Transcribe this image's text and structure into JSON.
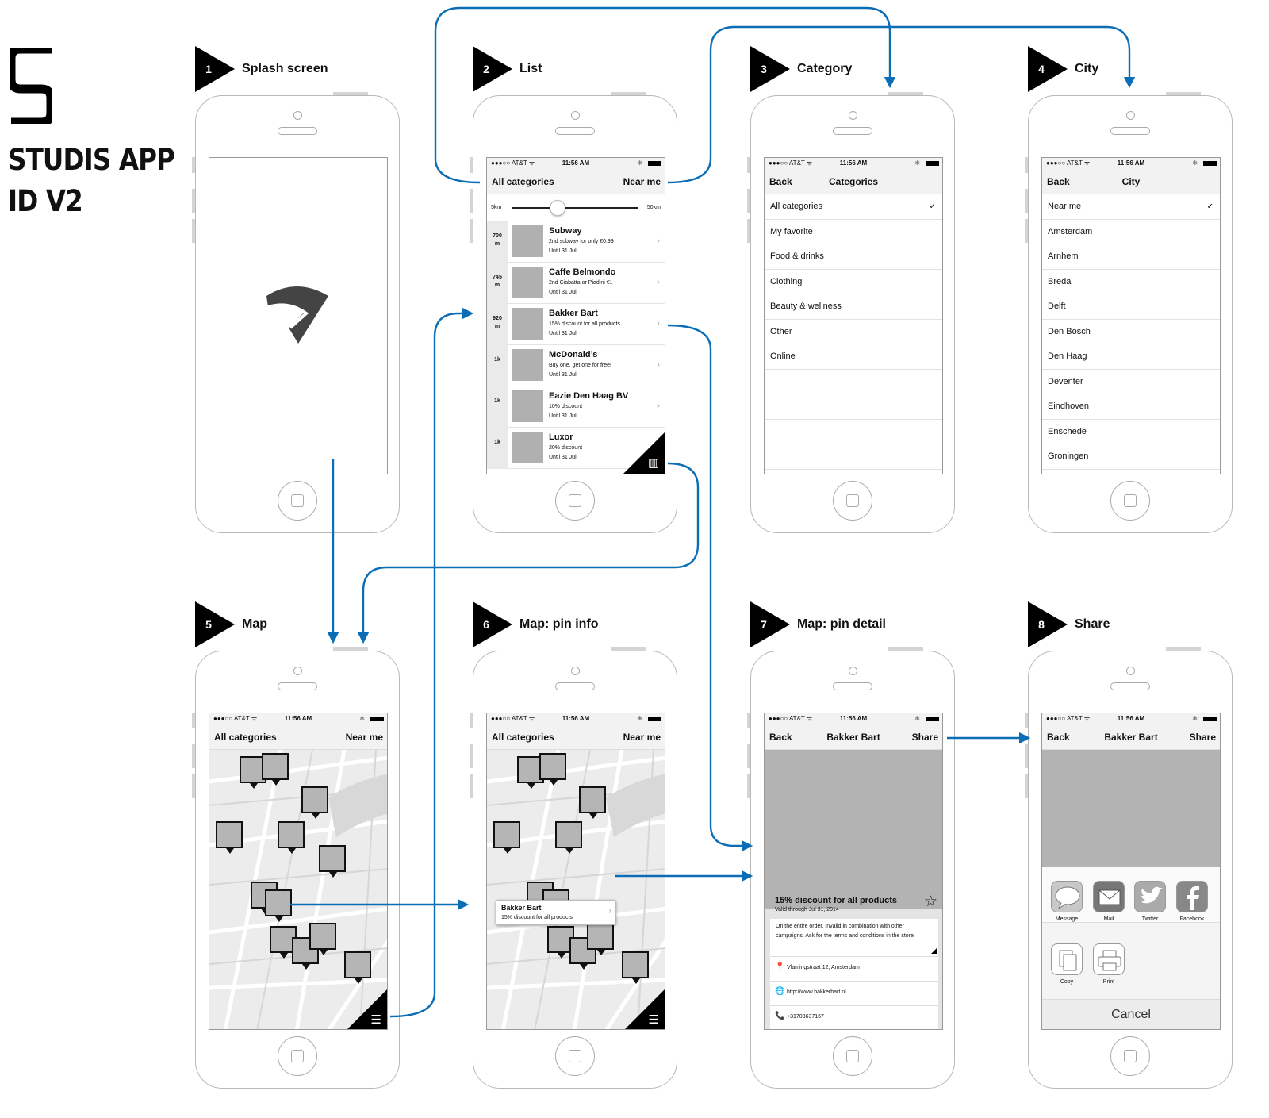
{
  "brand": {
    "title_line1": "STUDIS APP",
    "title_line2": "ID V2"
  },
  "steps": [
    {
      "num": "1",
      "title": "Splash screen"
    },
    {
      "num": "2",
      "title": "List"
    },
    {
      "num": "3",
      "title": "Category"
    },
    {
      "num": "4",
      "title": "City"
    },
    {
      "num": "5",
      "title": "Map"
    },
    {
      "num": "6",
      "title": "Map: pin info"
    },
    {
      "num": "7",
      "title": "Map: pin detail"
    },
    {
      "num": "8",
      "title": "Share"
    }
  ],
  "status": {
    "carrier": "●●●○○ AT&T ᯤ",
    "time": "11:56 AM",
    "bt": "✱"
  },
  "colors": {
    "flow_arrow": "#0b6db5",
    "tile": "#b3b3b3"
  },
  "list": {
    "nav_left": "All categories",
    "nav_right": "Near me",
    "slider_min": "5km",
    "slider_max": "50km",
    "slider_value_fraction": 0.36,
    "items": [
      {
        "dist": "700\nm",
        "name": "Subway",
        "desc": "2nd subway for only €0.99",
        "date": "Until 31 Jul"
      },
      {
        "dist": "745\nm",
        "name": "Caffe Belmondo",
        "desc": "2nd Ciabatta or Piadini  €1",
        "date": "Until 31 Jul"
      },
      {
        "dist": "920\nm",
        "name": "Bakker Bart",
        "desc": "15% discount for all products",
        "date": "Until 31 Jul"
      },
      {
        "dist": "1k",
        "name": "McDonald’s",
        "desc": "Buy one, get one for free!",
        "date": "Until 31 Jul"
      },
      {
        "dist": "1k",
        "name": "Eazie Den Haag BV",
        "desc": "10% discount",
        "date": "Until 31 Jul"
      },
      {
        "dist": "1k",
        "name": "Luxor",
        "desc": "20% discount",
        "date": "Until 31 Jul"
      }
    ]
  },
  "category": {
    "back": "Back",
    "title": "Categories",
    "items": [
      "All categories",
      "My favorite",
      "Food & drinks",
      "Clothing",
      "Beauty & wellness",
      "Other",
      "Online"
    ],
    "checked": "✓"
  },
  "city": {
    "back": "Back",
    "title": "City",
    "items": [
      "Near me",
      "Amsterdam",
      "Arnhem",
      "Breda",
      "Delft",
      "Den Bosch",
      "Den Haag",
      "Deventer",
      "Eindhoven",
      "Enschede",
      "Groningen"
    ],
    "checked": "✓"
  },
  "map": {
    "nav_left": "All categories",
    "nav_right": "Near me",
    "menu_icon": "☰",
    "list_icon": "▥"
  },
  "pin_info": {
    "name": "Bakker Bart",
    "desc": "15% discount for all products",
    "chev": "›"
  },
  "pin_detail": {
    "back": "Back",
    "title": "Bakker Bart",
    "share": "Share",
    "headline": "15% discount for all products",
    "valid": "Valid through Jul 31, 2014",
    "star": "☆",
    "body": "On the entire order. Invalid in combination with other campaigns. Ask for the terms and conditions in the store.",
    "address": "Vlamingstraat 12, Amsterdam",
    "url": "http://www.bakkerbart.nl",
    "phone": "+31703637167",
    "icons": {
      "address": "📍",
      "url": "🌐",
      "phone": "📞"
    }
  },
  "share": {
    "back": "Back",
    "title": "Bakker Bart",
    "share": "Share",
    "apps": [
      {
        "label": "Message",
        "icon": "speech-bubble-icon"
      },
      {
        "label": "Mail",
        "icon": "envelope-icon"
      },
      {
        "label": "Twitter",
        "icon": "bird-icon"
      },
      {
        "label": "Facebook",
        "icon": "f-icon"
      }
    ],
    "actions": [
      {
        "label": "Copy",
        "icon": "copy-icon"
      },
      {
        "label": "Print",
        "icon": "printer-icon"
      }
    ],
    "cancel": "Cancel"
  }
}
